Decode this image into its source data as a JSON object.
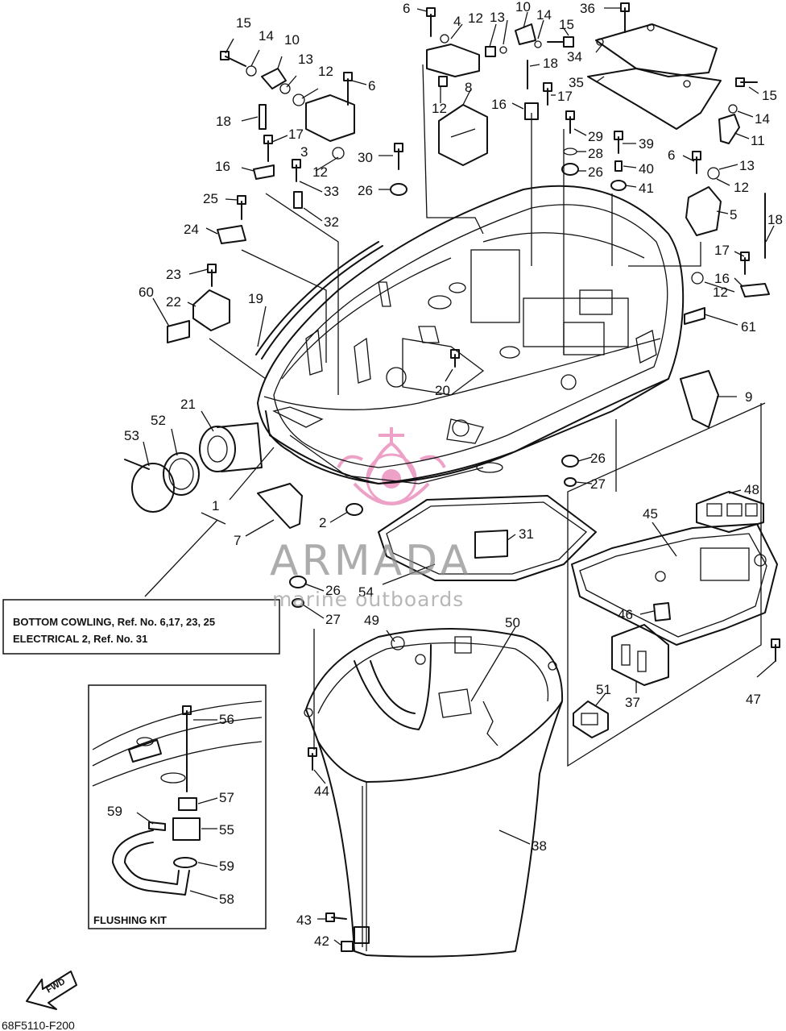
{
  "callouts": [
    {
      "id": "c15a",
      "text": "15"
    },
    {
      "id": "c14a",
      "text": "14"
    },
    {
      "id": "c10a",
      "text": "10"
    },
    {
      "id": "c13a",
      "text": "13"
    },
    {
      "id": "c12a",
      "text": "12"
    },
    {
      "id": "c6a",
      "text": "6"
    },
    {
      "id": "c18a",
      "text": "18"
    },
    {
      "id": "c17a",
      "text": "17"
    },
    {
      "id": "c3",
      "text": "3"
    },
    {
      "id": "c16a",
      "text": "16"
    },
    {
      "id": "c12b",
      "text": "12"
    },
    {
      "id": "c33",
      "text": "33"
    },
    {
      "id": "c32",
      "text": "32"
    },
    {
      "id": "c25",
      "text": "25"
    },
    {
      "id": "c24",
      "text": "24"
    },
    {
      "id": "c23",
      "text": "23"
    },
    {
      "id": "c60",
      "text": "60"
    },
    {
      "id": "c22",
      "text": "22"
    },
    {
      "id": "c19",
      "text": "19"
    },
    {
      "id": "c6b",
      "text": "6"
    },
    {
      "id": "c4",
      "text": "4"
    },
    {
      "id": "c12c",
      "text": "12"
    },
    {
      "id": "c13b",
      "text": "13"
    },
    {
      "id": "c10b",
      "text": "10"
    },
    {
      "id": "c14b",
      "text": "14"
    },
    {
      "id": "c15b",
      "text": "15"
    },
    {
      "id": "c18b",
      "text": "18"
    },
    {
      "id": "c12d",
      "text": "12"
    },
    {
      "id": "c8",
      "text": "8"
    },
    {
      "id": "c16b",
      "text": "16"
    },
    {
      "id": "c17b",
      "text": "17"
    },
    {
      "id": "c30",
      "text": "30"
    },
    {
      "id": "c26a",
      "text": "26"
    },
    {
      "id": "c36",
      "text": "36"
    },
    {
      "id": "c34",
      "text": "34"
    },
    {
      "id": "c35",
      "text": "35"
    },
    {
      "id": "c29",
      "text": "29"
    },
    {
      "id": "c28",
      "text": "28"
    },
    {
      "id": "c26b",
      "text": "26"
    },
    {
      "id": "c39",
      "text": "39"
    },
    {
      "id": "c40",
      "text": "40"
    },
    {
      "id": "c41",
      "text": "41"
    },
    {
      "id": "c15c",
      "text": "15"
    },
    {
      "id": "c14c",
      "text": "14"
    },
    {
      "id": "c11",
      "text": "11"
    },
    {
      "id": "c6c",
      "text": "6"
    },
    {
      "id": "c13c",
      "text": "13"
    },
    {
      "id": "c12e",
      "text": "12"
    },
    {
      "id": "c5",
      "text": "5"
    },
    {
      "id": "c18c",
      "text": "18"
    },
    {
      "id": "c17c",
      "text": "17"
    },
    {
      "id": "c16c",
      "text": "16"
    },
    {
      "id": "c12f",
      "text": "12"
    },
    {
      "id": "c61",
      "text": "61"
    },
    {
      "id": "c20",
      "text": "20"
    },
    {
      "id": "c9",
      "text": "9"
    },
    {
      "id": "c21",
      "text": "21"
    },
    {
      "id": "c52",
      "text": "52"
    },
    {
      "id": "c53",
      "text": "53"
    },
    {
      "id": "c1",
      "text": "1"
    },
    {
      "id": "c7",
      "text": "7"
    },
    {
      "id": "c2",
      "text": "2"
    },
    {
      "id": "c26c",
      "text": "26"
    },
    {
      "id": "c27a",
      "text": "27"
    },
    {
      "id": "c48",
      "text": "48"
    },
    {
      "id": "c45",
      "text": "45"
    },
    {
      "id": "c31",
      "text": "31"
    },
    {
      "id": "c54",
      "text": "54"
    },
    {
      "id": "c26d",
      "text": "26"
    },
    {
      "id": "c27b",
      "text": "27"
    },
    {
      "id": "c49",
      "text": "49"
    },
    {
      "id": "c50",
      "text": "50"
    },
    {
      "id": "c46",
      "text": "46"
    },
    {
      "id": "c37",
      "text": "37"
    },
    {
      "id": "c47",
      "text": "47"
    },
    {
      "id": "c51",
      "text": "51"
    },
    {
      "id": "c44",
      "text": "44"
    },
    {
      "id": "c38",
      "text": "38"
    },
    {
      "id": "c43",
      "text": "43"
    },
    {
      "id": "c42",
      "text": "42"
    },
    {
      "id": "c56",
      "text": "56"
    },
    {
      "id": "c57",
      "text": "57"
    },
    {
      "id": "c59a",
      "text": "59"
    },
    {
      "id": "c55",
      "text": "55"
    },
    {
      "id": "c59b",
      "text": "59"
    },
    {
      "id": "c58",
      "text": "58"
    }
  ],
  "ref_box": {
    "line1": "BOTTOM COWLING,  Ref. No. 6,17, 23, 25",
    "line2": "ELECTRICAL 2,   Ref. No. 31"
  },
  "flushing_kit": {
    "title": "FLUSHING KIT"
  },
  "watermark": {
    "brand": "ARMADA",
    "tagline": "marine outboards",
    "brand_color": "#8a8a8a",
    "accent_color": "#e0559b"
  },
  "fwd_label": "FWD",
  "diagram_code": "68F5110-F200"
}
